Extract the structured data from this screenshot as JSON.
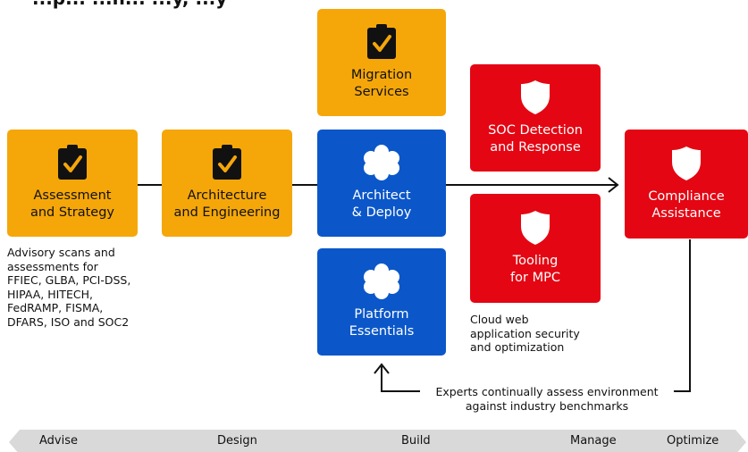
{
  "header": {
    "title_fragment": "...p... ...n... ...y, ...y"
  },
  "boxes": {
    "assessment": {
      "label": "Assessment\nand Strategy",
      "icon": "clipboard-check-icon"
    },
    "architecture": {
      "label": "Architecture\nand Engineering",
      "icon": "clipboard-check-icon"
    },
    "migration": {
      "label": "Migration\nServices",
      "icon": "clipboard-check-icon"
    },
    "architect_deploy": {
      "label": "Architect\n& Deploy",
      "icon": "cloud-icon"
    },
    "platform": {
      "label": "Platform\nEssentials",
      "icon": "cloud-icon"
    },
    "soc": {
      "label": "SOC Detection\nand Response",
      "icon": "shield-icon"
    },
    "tooling": {
      "label": "Tooling\nfor MPC",
      "icon": "shield-icon"
    },
    "compliance": {
      "label": "Compliance\nAssistance",
      "icon": "shield-icon"
    }
  },
  "notes": {
    "advisory": "Advisory scans and\nassessments for\nFFIEC, GLBA, PCI-DSS,\nHIPAA, HITECH,\nFedRAMP, FISMA,\nDFARS, ISO and SOC2",
    "cloud_web": "Cloud web\napplication security\nand optimization",
    "feedback": "Experts continually assess environment\nagainst industry benchmarks"
  },
  "phases": [
    "Advise",
    "Design",
    "Build",
    "Manage",
    "Optimize"
  ],
  "colors": {
    "orange": "#F5A70A",
    "blue": "#0B57C9",
    "red": "#E40613",
    "phase_bar": "#D9D9D9"
  }
}
